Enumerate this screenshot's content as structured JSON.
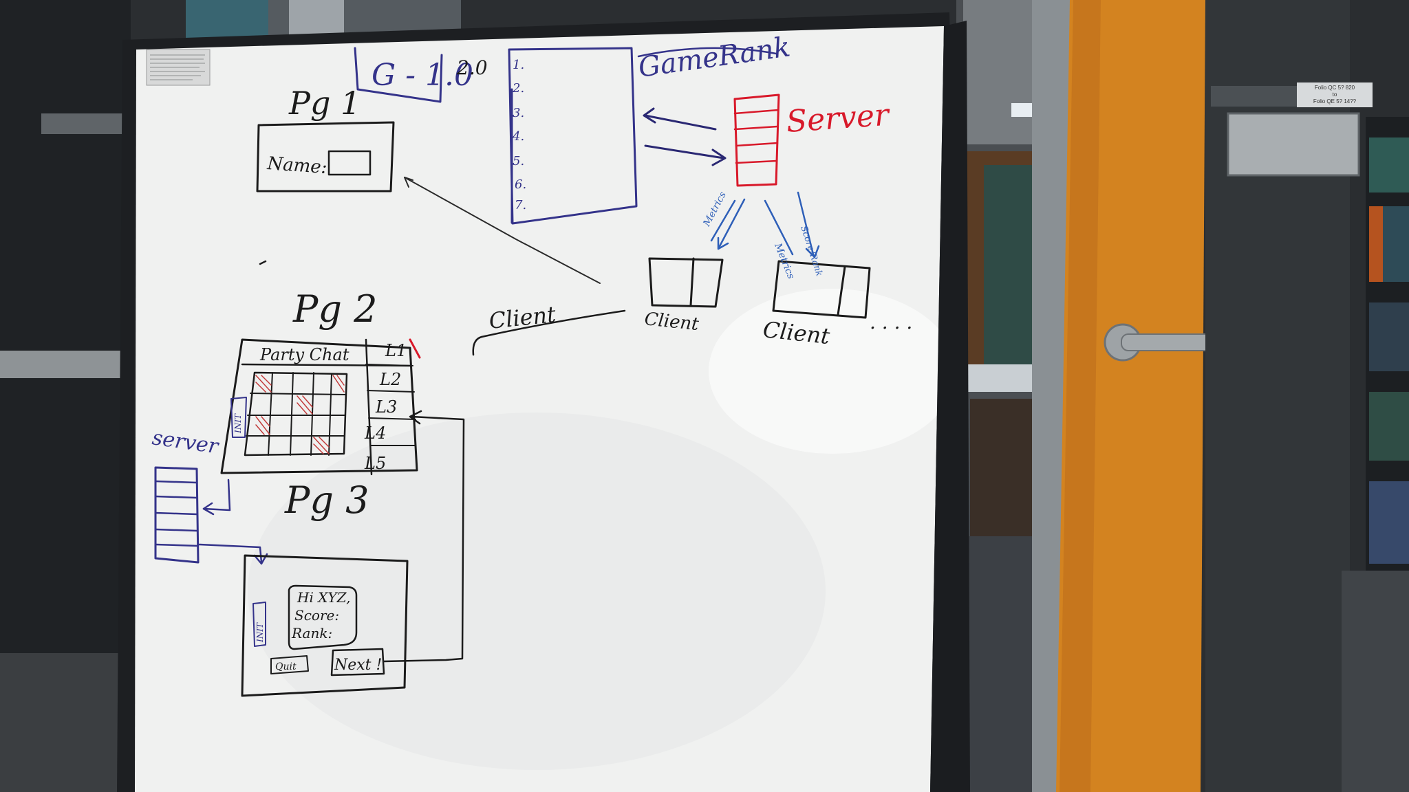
{
  "scene": {
    "description_free": true,
    "colors": {
      "marker_black": "#1b1b1b",
      "marker_blue": "#2e2a8c",
      "marker_red": "#d8192a",
      "board_white": "#f1f2f1",
      "board_frame": "#1d1f22",
      "door_orange": "#d9861f",
      "wall_dark": "#34383b"
    }
  },
  "whiteboard": {
    "top_left_notice": "",
    "version_box": "G - 1.0",
    "version_next": "2.0",
    "gamerank_title": "GameRank",
    "rank_list": [
      "1.",
      "2.",
      "3.",
      "4.",
      "5.",
      "6.",
      "7."
    ],
    "server_top": "Server",
    "pg1": "Pg 1",
    "name_label": "Name:",
    "pg2": "Pg 2",
    "party_label": "Party Chat",
    "levels": [
      "L1",
      "L2",
      "L3",
      "L4",
      "L5"
    ],
    "server_left": "server",
    "pg3": "Pg 3",
    "card_lines": [
      "Hi XYZ,",
      "Score:",
      "Rank:"
    ],
    "next_btn": "Next !",
    "quit_btn": "Quit",
    "exit_tab_1": "INIT",
    "exit_tab_2": "INIT",
    "arrow_left_label": "Metrics",
    "arrow_right_label_1": "Metrics",
    "arrow_right_label_2": "Score/Rank",
    "client_1": "Client",
    "client_2": "Client",
    "client_left": "Client",
    "trailing_dots": ". . . ."
  },
  "door_sign": {
    "line1": "Folio QC 5? 820",
    "line2": "to",
    "line3": "Folio QE 5? 14??"
  }
}
